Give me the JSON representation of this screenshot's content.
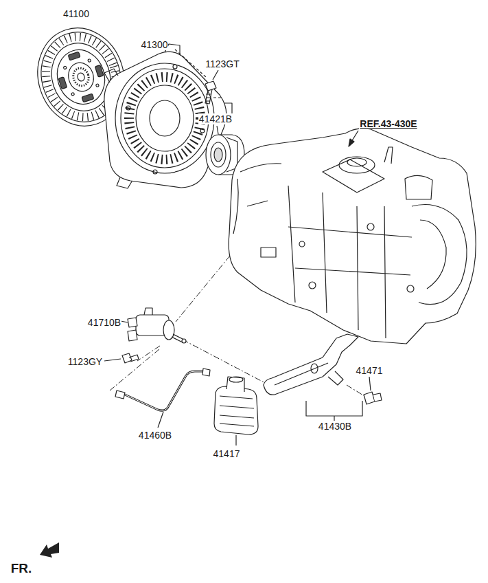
{
  "diagram": {
    "labels": [
      "41100",
      "41300",
      "1123GT",
      "41421B",
      "REF.43-430E",
      "41710B",
      "1123GY",
      "41471",
      "41460B",
      "41417",
      "41430B",
      "FR."
    ]
  }
}
